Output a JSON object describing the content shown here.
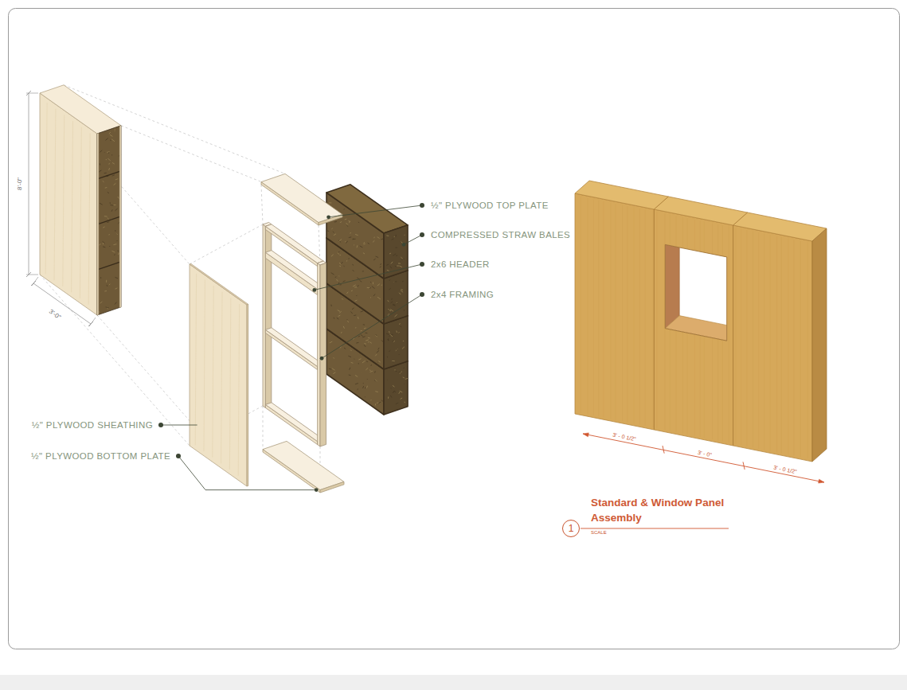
{
  "diagram": {
    "title": "Standard & Window Panel Assembly",
    "nodes": [
      {
        "text": [
          "1"
        ]
      }
    ],
    "labels": [
      "8'-0\"",
      "3'-0\"",
      "½\" PLYWOOD TOP PLATE",
      "COMPRESSED STRAW BALES",
      "2x6 HEADER",
      "2x4 FRAMING",
      "½\" PLYWOOD SHEATHING",
      "½\" PLYWOOD BOTTOM PLATE",
      "3' - 0 1/2\"",
      "3' - 0\"",
      "3' - 0 1/2\"",
      "SCALE"
    ]
  }
}
